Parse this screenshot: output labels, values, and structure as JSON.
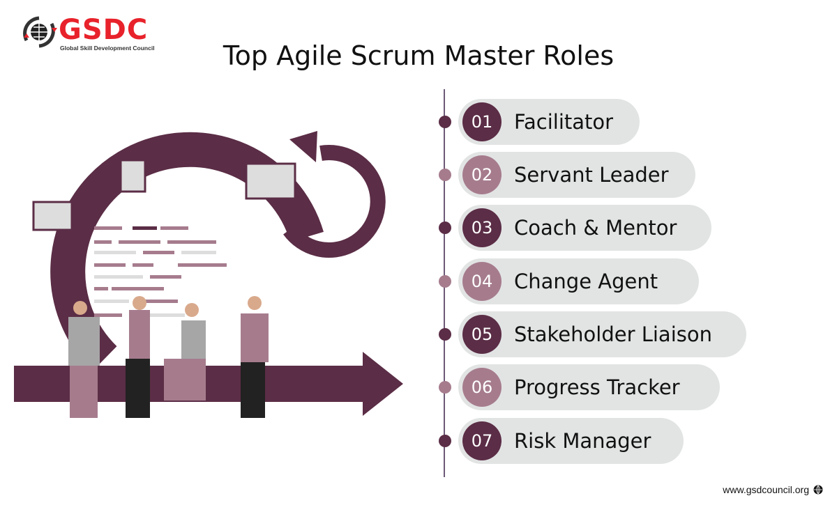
{
  "logo": {
    "name": "GSDC",
    "subtitle": "Global Skill Development Council"
  },
  "title": "Top Agile Scrum Master Roles",
  "roles": [
    {
      "number": "01",
      "label": "Facilitator"
    },
    {
      "number": "02",
      "label": "Servant Leader"
    },
    {
      "number": "03",
      "label": "Coach & Mentor"
    },
    {
      "number": "04",
      "label": "Change Agent"
    },
    {
      "number": "05",
      "label": "Stakeholder Liaison"
    },
    {
      "number": "06",
      "label": "Progress Tracker"
    },
    {
      "number": "07",
      "label": "Risk Manager"
    }
  ],
  "footer": {
    "website": "www.gsdcouncil.org",
    "icon": "globe-icon"
  },
  "colors": {
    "dark": "#5b2d46",
    "light": "#a67c8d",
    "pill": "#e2e4e4",
    "brand_red": "#e8222b"
  }
}
